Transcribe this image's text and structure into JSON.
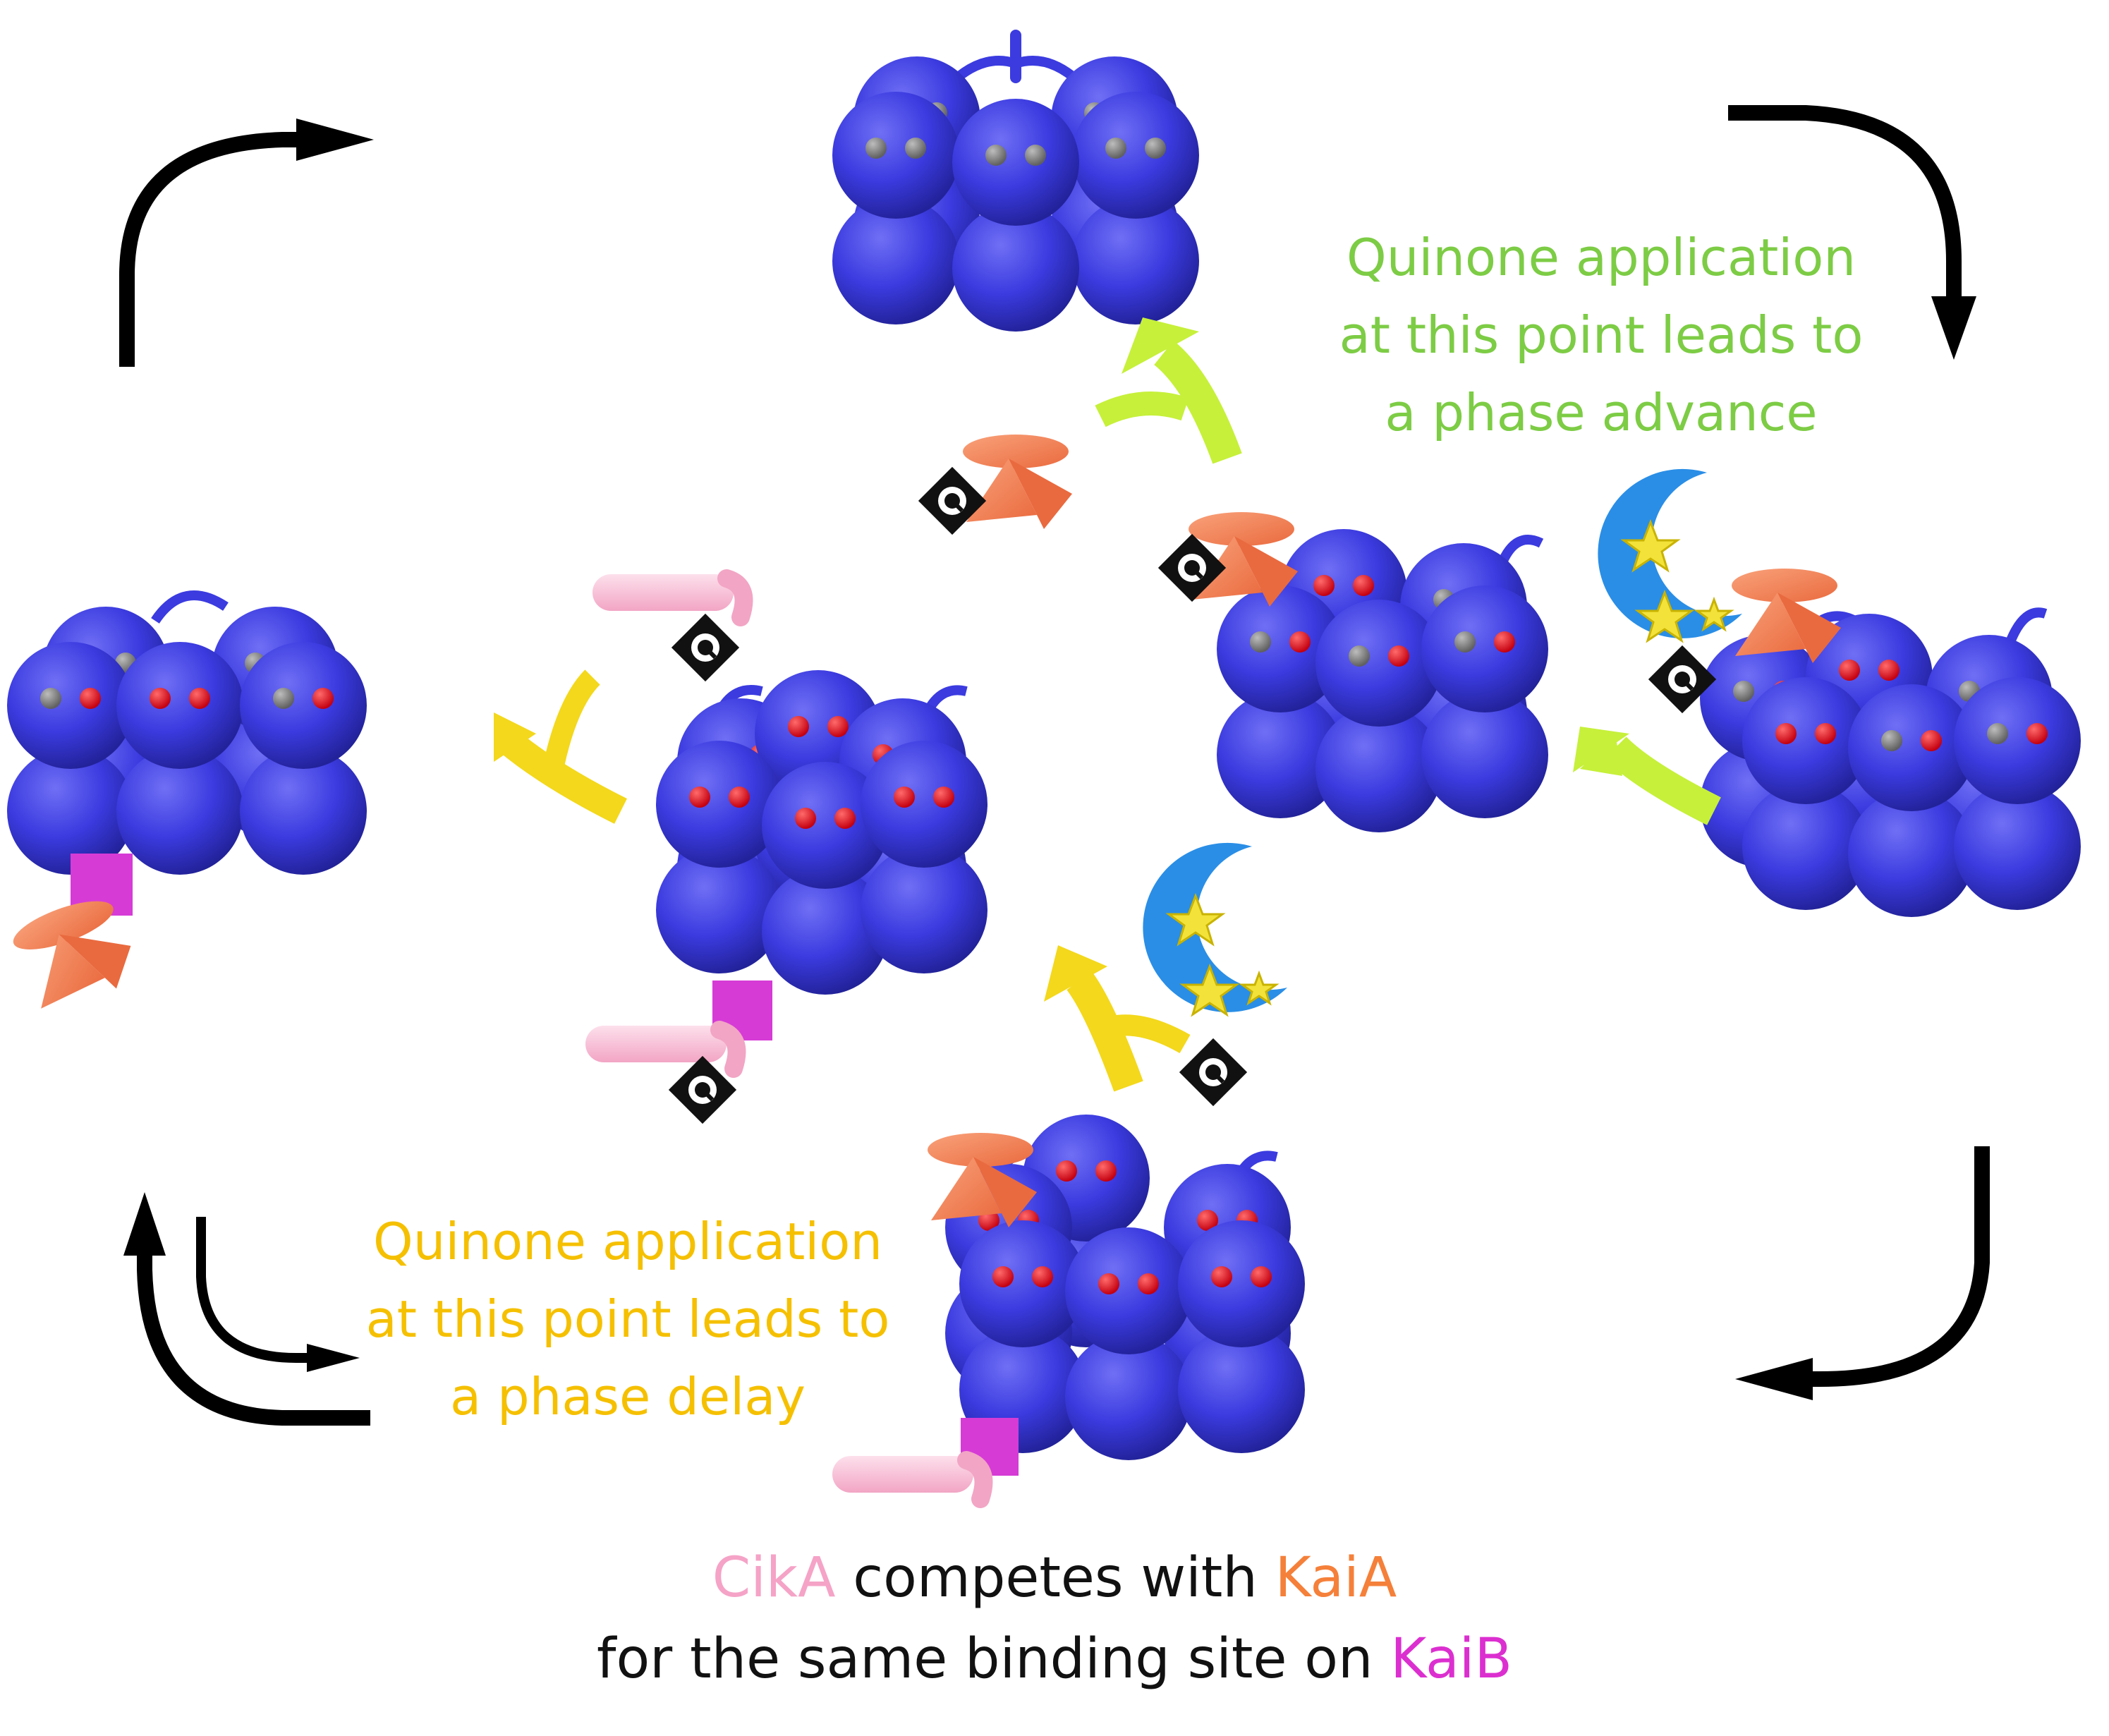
{
  "notes": {
    "advance": {
      "lines": [
        "Quinone application",
        "at this point leads to",
        "a phase advance"
      ],
      "color": "#7dcc45"
    },
    "delay": {
      "lines": [
        "Quinone application",
        "at this point leads to",
        "a phase delay"
      ],
      "color": "#f5c000"
    }
  },
  "caption": {
    "line1": {
      "cika": "CikA",
      "mid": " competes with ",
      "kaia": "KaiA"
    },
    "line2": {
      "pre": "for the same binding site on ",
      "kaib": "KaiB"
    }
  },
  "quinone_badge": "Q",
  "colors": {
    "kaic": "#3b3be0",
    "kaic_dark": "#2a2ab5",
    "phospho_red": "#e0101a",
    "phospho_gray": "#7a7a7a",
    "kaia": "#f4865a",
    "kaib": "#d63bd6",
    "cika": "#f7b5cf",
    "moon": "#2a8ee6",
    "star": "#f2e23a",
    "arrow_green": "#c6f03a",
    "arrow_yellow": "#f3d81c",
    "cycle_arrow": "#000000",
    "caption_cika": "#f5a3c7",
    "caption_kaia": "#f5803a",
    "caption_kaib": "#dc2fd0"
  },
  "icons": [
    "kaic-hexamer",
    "kaia-propeller",
    "kaib-block",
    "cika-capsule",
    "moon-icon",
    "quinone-badge",
    "cycle-arrow",
    "transition-arrow"
  ]
}
